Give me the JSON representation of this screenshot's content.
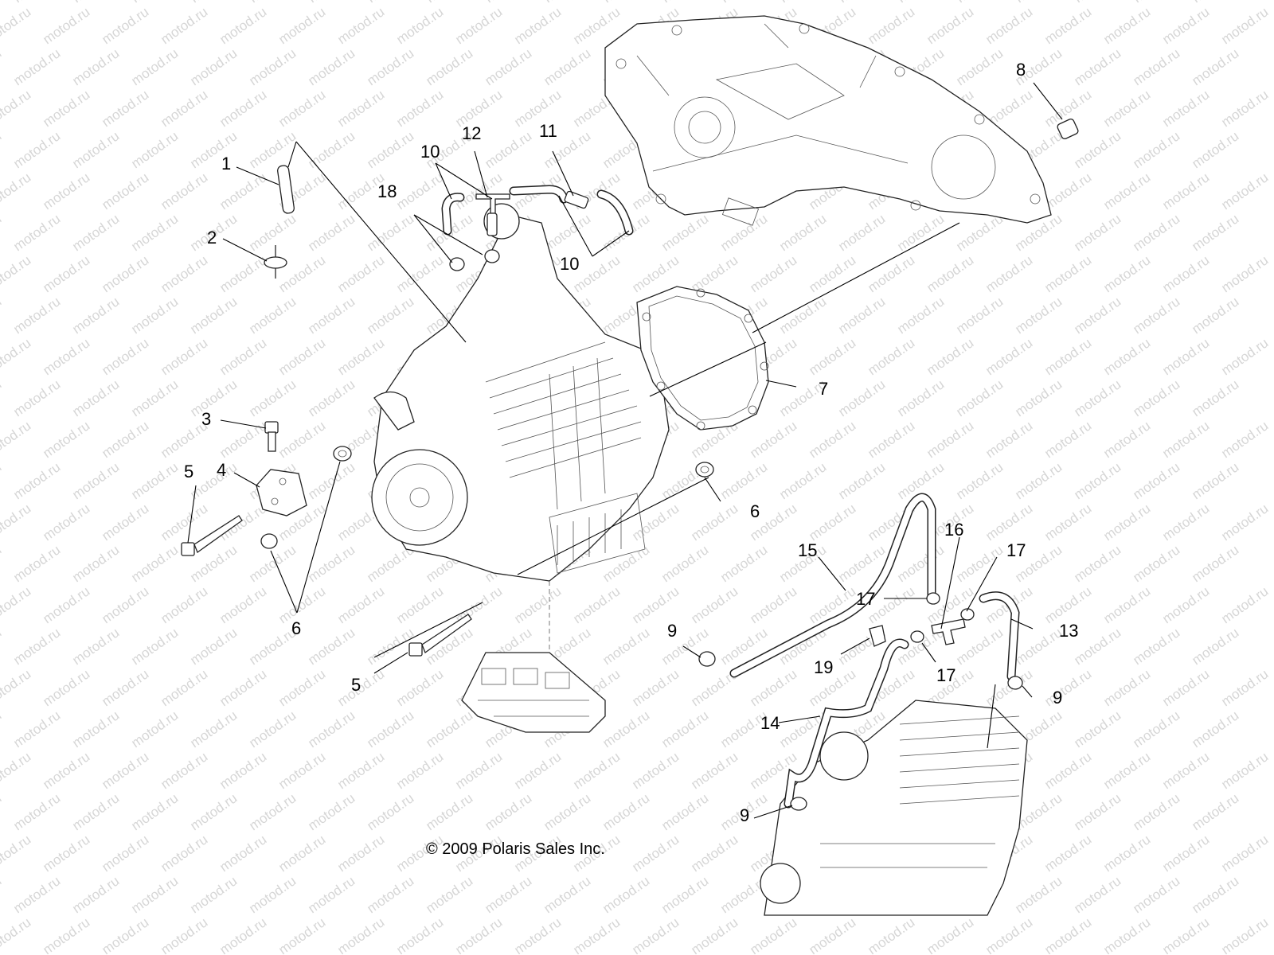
{
  "watermark": {
    "text": "motod.ru"
  },
  "copyright": "© 2009 Polaris Sales Inc.",
  "callouts": {
    "c1": "1",
    "c2": "2",
    "c3": "3",
    "c4": "4",
    "c5a": "5",
    "c5b": "5",
    "c6a": "6",
    "c6b": "6",
    "c7": "7",
    "c8": "8",
    "c9a": "9",
    "c9b": "9",
    "c9c": "9",
    "c10a": "10",
    "c10b": "10",
    "c11": "11",
    "c12": "12",
    "c13": "13",
    "c14": "14",
    "c15": "15",
    "c16": "16",
    "c17a": "17",
    "c17b": "17",
    "c17c": "17",
    "c18": "18",
    "c19": "19"
  }
}
